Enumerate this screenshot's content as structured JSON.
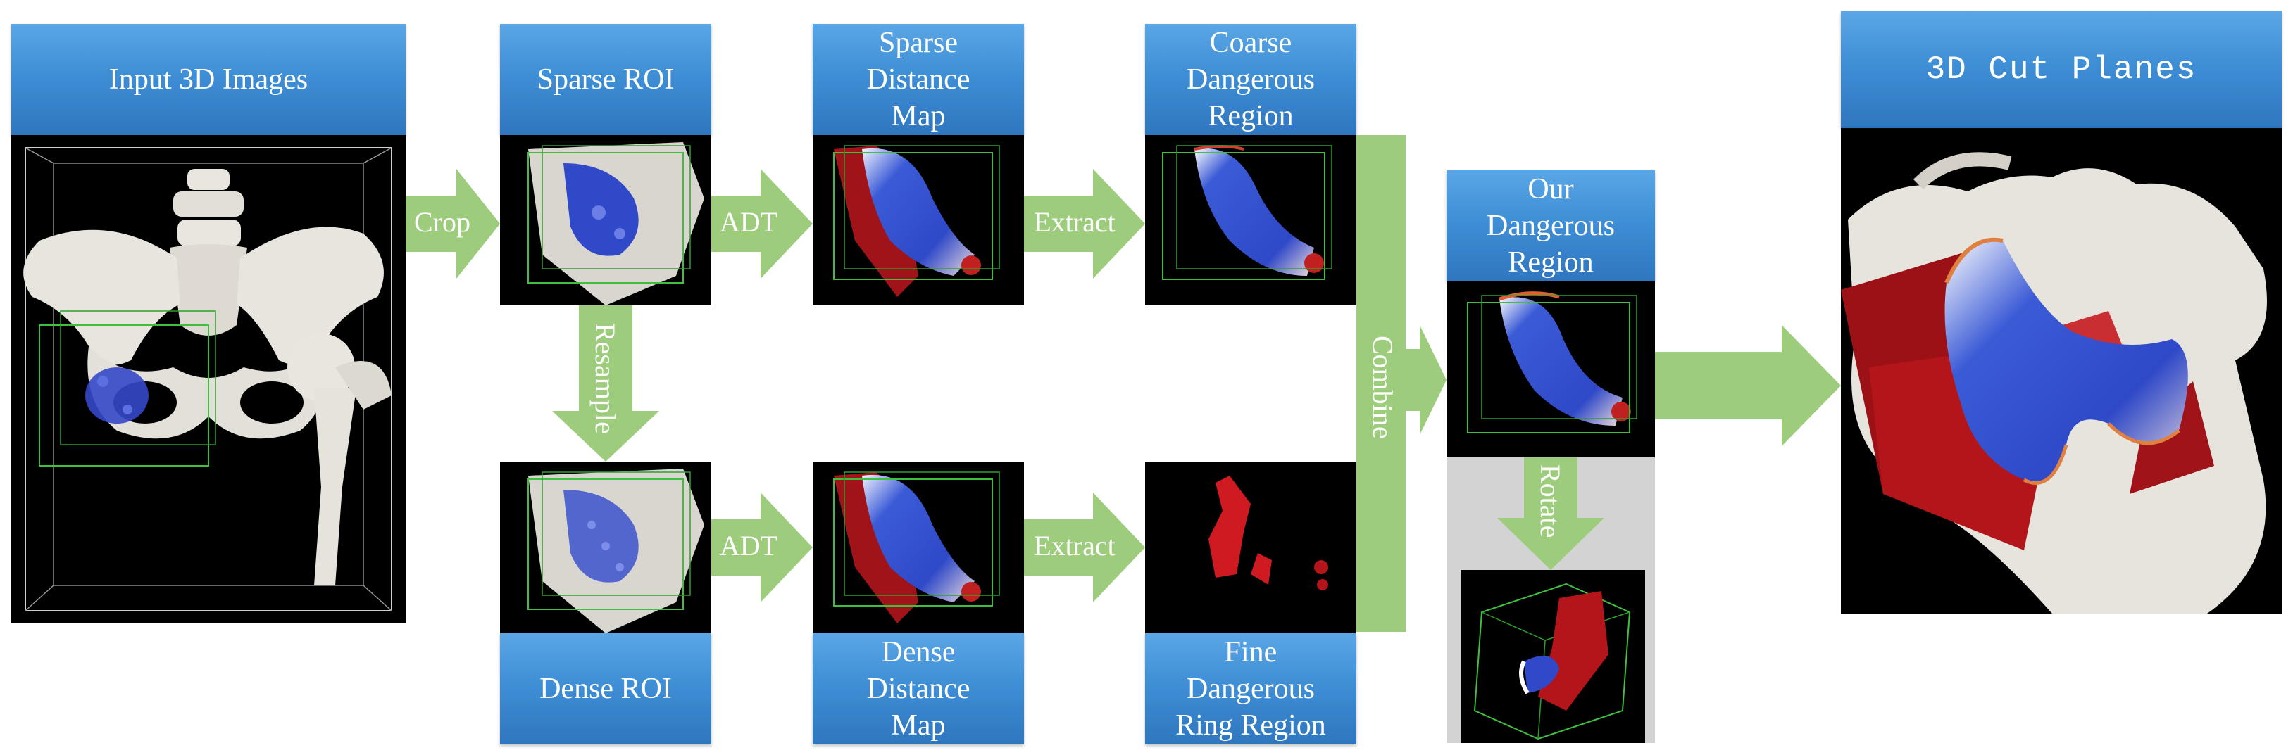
{
  "nodes": {
    "input_3d_images": "Input 3D Images",
    "sparse_roi": "Sparse ROI",
    "sparse_distance_map": "Sparse\nDistance\nMap",
    "coarse_dangerous_region": "Coarse\nDangerous\nRegion",
    "our_dangerous_region": "Our\nDangerous\nRegion",
    "cut_planes": "3D Cut Planes",
    "dense_roi": "Dense ROI",
    "dense_distance_map": "Dense\nDistance\nMap",
    "fine_dangerous_ring_region": "Fine\nDangerous\nRing Region"
  },
  "edges": {
    "crop": "Crop",
    "adt_top": "ADT",
    "extract_top": "Extract",
    "resample": "Resample",
    "adt_bottom": "ADT",
    "extract_bottom": "Extract",
    "combine": "Combine",
    "rotate": "Rotate"
  },
  "colors": {
    "header_blue": "#3f8fd6",
    "arrow_green": "#9dcd7c",
    "bone": "#e6e3dc",
    "region_blue": "#2f49c8",
    "region_red": "#b3151a",
    "bbox_green": "#3fbf3f"
  }
}
